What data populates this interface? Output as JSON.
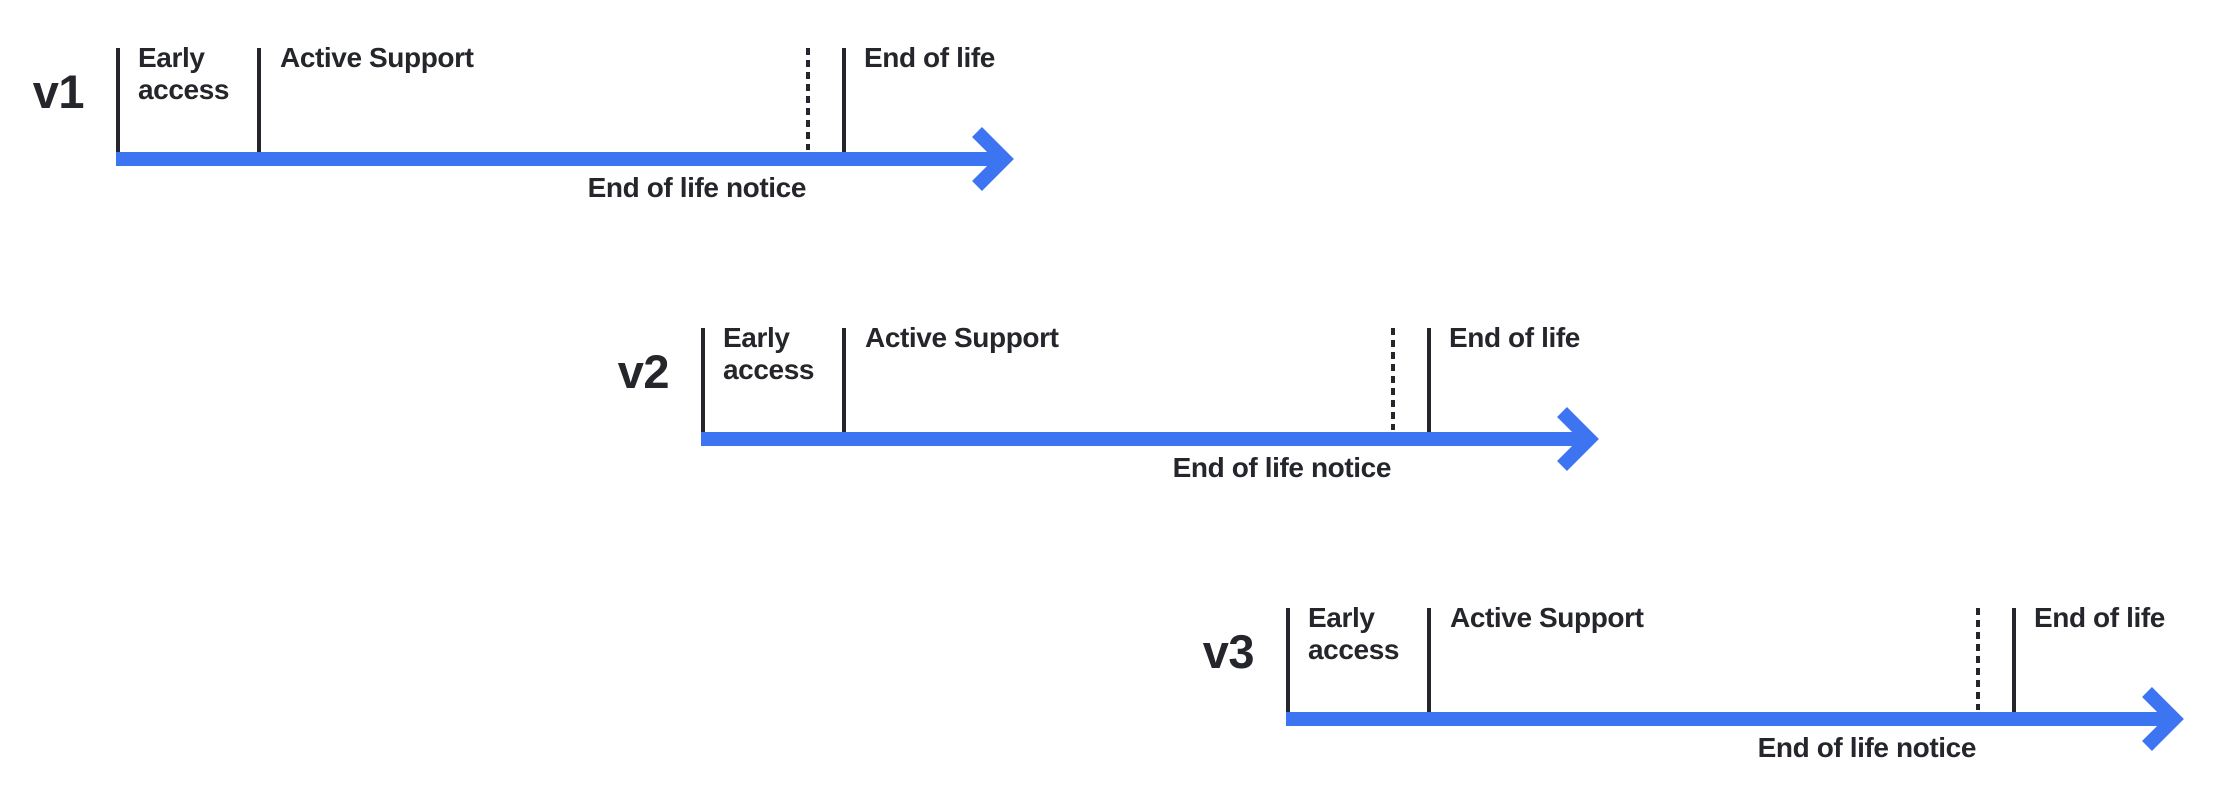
{
  "colors": {
    "arrow_blue": "#3d74f1",
    "ink": "#24262b",
    "background": "#ffffff"
  },
  "timelines": [
    {
      "version": "v1",
      "early_access": "Early access",
      "active_support": "Active Support",
      "end_of_life": "End of life",
      "end_of_life_notice": "End of life notice"
    },
    {
      "version": "v2",
      "early_access": "Early access",
      "active_support": "Active Support",
      "end_of_life": "End of life",
      "end_of_life_notice": "End of life notice"
    },
    {
      "version": "v3",
      "early_access": "Early access",
      "active_support": "Active Support",
      "end_of_life": "End of life",
      "end_of_life_notice": "End of life notice"
    }
  ]
}
